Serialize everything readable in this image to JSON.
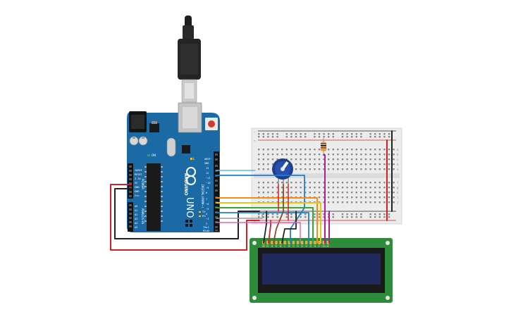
{
  "arduino": {
    "brand": "ARDUINO",
    "model": "UNO",
    "on_label": "ON",
    "tx_label": "TX",
    "rx_label": "RX",
    "l_label": "L",
    "digital_label": "DIGITAL (PWM~)",
    "analog_label": "ANALOG IN",
    "power_label": "POWER",
    "aref_label": "AREF",
    "gnd_label": "GND",
    "ioref_label": "IOREF",
    "reset_label": "RESET",
    "v33_label": "3.3V",
    "v5_label": "5V",
    "vin_label": "Vin",
    "digital_pins": [
      "13",
      "12",
      "~11",
      "~10",
      "~9",
      "8",
      "7",
      "~6",
      "~5",
      "4",
      "~3",
      "2",
      "TX►1",
      "RX◄0"
    ],
    "analog_pins": [
      "A0",
      "A1",
      "A2",
      "A3",
      "A4",
      "A5"
    ]
  },
  "lcd": {
    "pin_labels": [
      "GND",
      "VCC",
      "V0",
      "RS",
      "RW",
      "E",
      "D0",
      "D1",
      "D2",
      "D3",
      "D4",
      "D5",
      "D6",
      "D7",
      "LED+",
      "LED-"
    ]
  },
  "breadboard": {
    "row_letters_top": [
      "a",
      "b",
      "c",
      "d",
      "e"
    ],
    "row_letters_bottom": [
      "f",
      "g",
      "h",
      "i",
      "j"
    ]
  },
  "colors": {
    "arduino_board": "#1b6aa5",
    "breadboard": "#ececec",
    "lcd_pcb": "#2e8b3a",
    "lcd_screen": "#1e2a5c",
    "wire_red": "#d42020",
    "wire_black": "#222222",
    "wire_blue": "#1e7fcf",
    "wire_orange": "#f28c1a",
    "wire_yellow": "#e6c619",
    "wire_green": "#3aa63a",
    "wire_purple": "#b01d9a",
    "wire_brown": "#8b4a2b",
    "wire_lightblue": "#5fb8e6",
    "wire_grey": "#9a9a9a",
    "wire_pink": "#e060b0"
  }
}
